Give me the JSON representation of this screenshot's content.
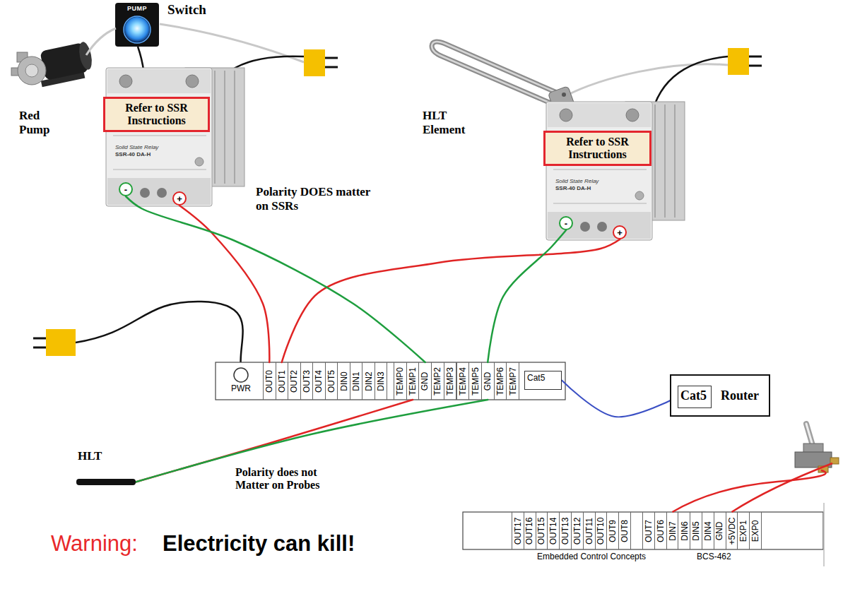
{
  "diagram": {
    "nodes": [
      {
        "text": [
          "PUMP"
        ]
      },
      {
        "text": [
          "Refer to SSR Instructions"
        ]
      },
      {
        "text": [
          "Refer to SSR Instructions"
        ]
      },
      {
        "text": [
          "-"
        ]
      },
      {
        "text": [
          "+"
        ]
      },
      {
        "text": [
          "-"
        ]
      },
      {
        "text": [
          "+"
        ]
      },
      {
        "text": [
          "OUT0"
        ]
      },
      {
        "text": [
          "OUT1"
        ]
      },
      {
        "text": [
          "OUT2"
        ]
      },
      {
        "text": [
          "OUT3"
        ]
      },
      {
        "text": [
          "OUT4"
        ]
      },
      {
        "text": [
          "OUT5"
        ]
      },
      {
        "text": [
          "DIN0"
        ]
      },
      {
        "text": [
          "DIN1"
        ]
      },
      {
        "text": [
          "DIN2"
        ]
      },
      {
        "text": [
          "DIN3"
        ]
      },
      {
        "text": [
          "TEMP0"
        ]
      },
      {
        "text": [
          "TEMP1"
        ]
      },
      {
        "text": [
          "GND"
        ]
      },
      {
        "text": [
          "TEMP2"
        ]
      },
      {
        "text": [
          "TEMP3"
        ]
      },
      {
        "text": [
          "TEMP4"
        ]
      },
      {
        "text": [
          "TEMP5"
        ]
      },
      {
        "text": [
          "GND"
        ]
      },
      {
        "text": [
          "TEMP6"
        ]
      },
      {
        "text": [
          "TEMP7"
        ]
      },
      {
        "text": [
          "Cat5"
        ]
      },
      {
        "text": [
          "Router"
        ]
      },
      {
        "text": [
          "Cat5"
        ],
        "in": 28
      },
      {
        "text": [
          "HLT"
        ]
      },
      {
        "text": [
          "OUT17"
        ]
      },
      {
        "text": [
          "OUT16"
        ]
      },
      {
        "text": [
          "OUT15"
        ]
      },
      {
        "text": [
          "OUT14"
        ]
      },
      {
        "text": [
          "OUT13"
        ]
      },
      {
        "text": [
          "OUT12"
        ]
      },
      {
        "text": [
          "OUT11"
        ]
      },
      {
        "text": [
          "OUT10"
        ]
      },
      {
        "text": [
          "OUT9"
        ]
      },
      {
        "text": [
          "OUT8"
        ]
      },
      {
        "text": [
          "OUT7"
        ]
      },
      {
        "text": [
          "OUT6"
        ]
      },
      {
        "text": [
          "DIN7"
        ]
      },
      {
        "text": [
          "DIN6"
        ]
      },
      {
        "text": [
          "DIN5"
        ]
      },
      {
        "text": [
          "DIN4"
        ]
      },
      {
        "text": [
          "GND"
        ]
      },
      {
        "text": [
          "+5VDC"
        ]
      },
      {
        "text": [
          "EXP1"
        ]
      },
      {
        "text": [
          "EXP0"
        ]
      }
    ],
    "edges": [
      {
        "from": 7,
        "to": 4,
        "arrow": "none"
      },
      {
        "from": 8,
        "to": 6,
        "arrow": "none"
      },
      {
        "from": 19,
        "to": 3,
        "arrow": "none"
      },
      {
        "from": 24,
        "to": 5,
        "arrow": "none"
      },
      {
        "from": 27,
        "to": 29,
        "arrow": "none"
      },
      {
        "from": 30,
        "to": 18,
        "arrow": "none"
      },
      {
        "from": 30,
        "to": 24,
        "arrow": "none"
      }
    ],
    "labels": [
      "Switch",
      "Red Pump",
      "HLT Element",
      "Solid State Relay",
      "SSR-40 DA-H",
      "Polarity DOES matter on SSRs",
      "Solid State Relay",
      "SSR-40 DA-H",
      "PWR",
      "Polarity does not Matter on Probes",
      "Warning:",
      "Electricity can kill!",
      "Embedded Control Concepts",
      "BCS-462"
    ]
  }
}
